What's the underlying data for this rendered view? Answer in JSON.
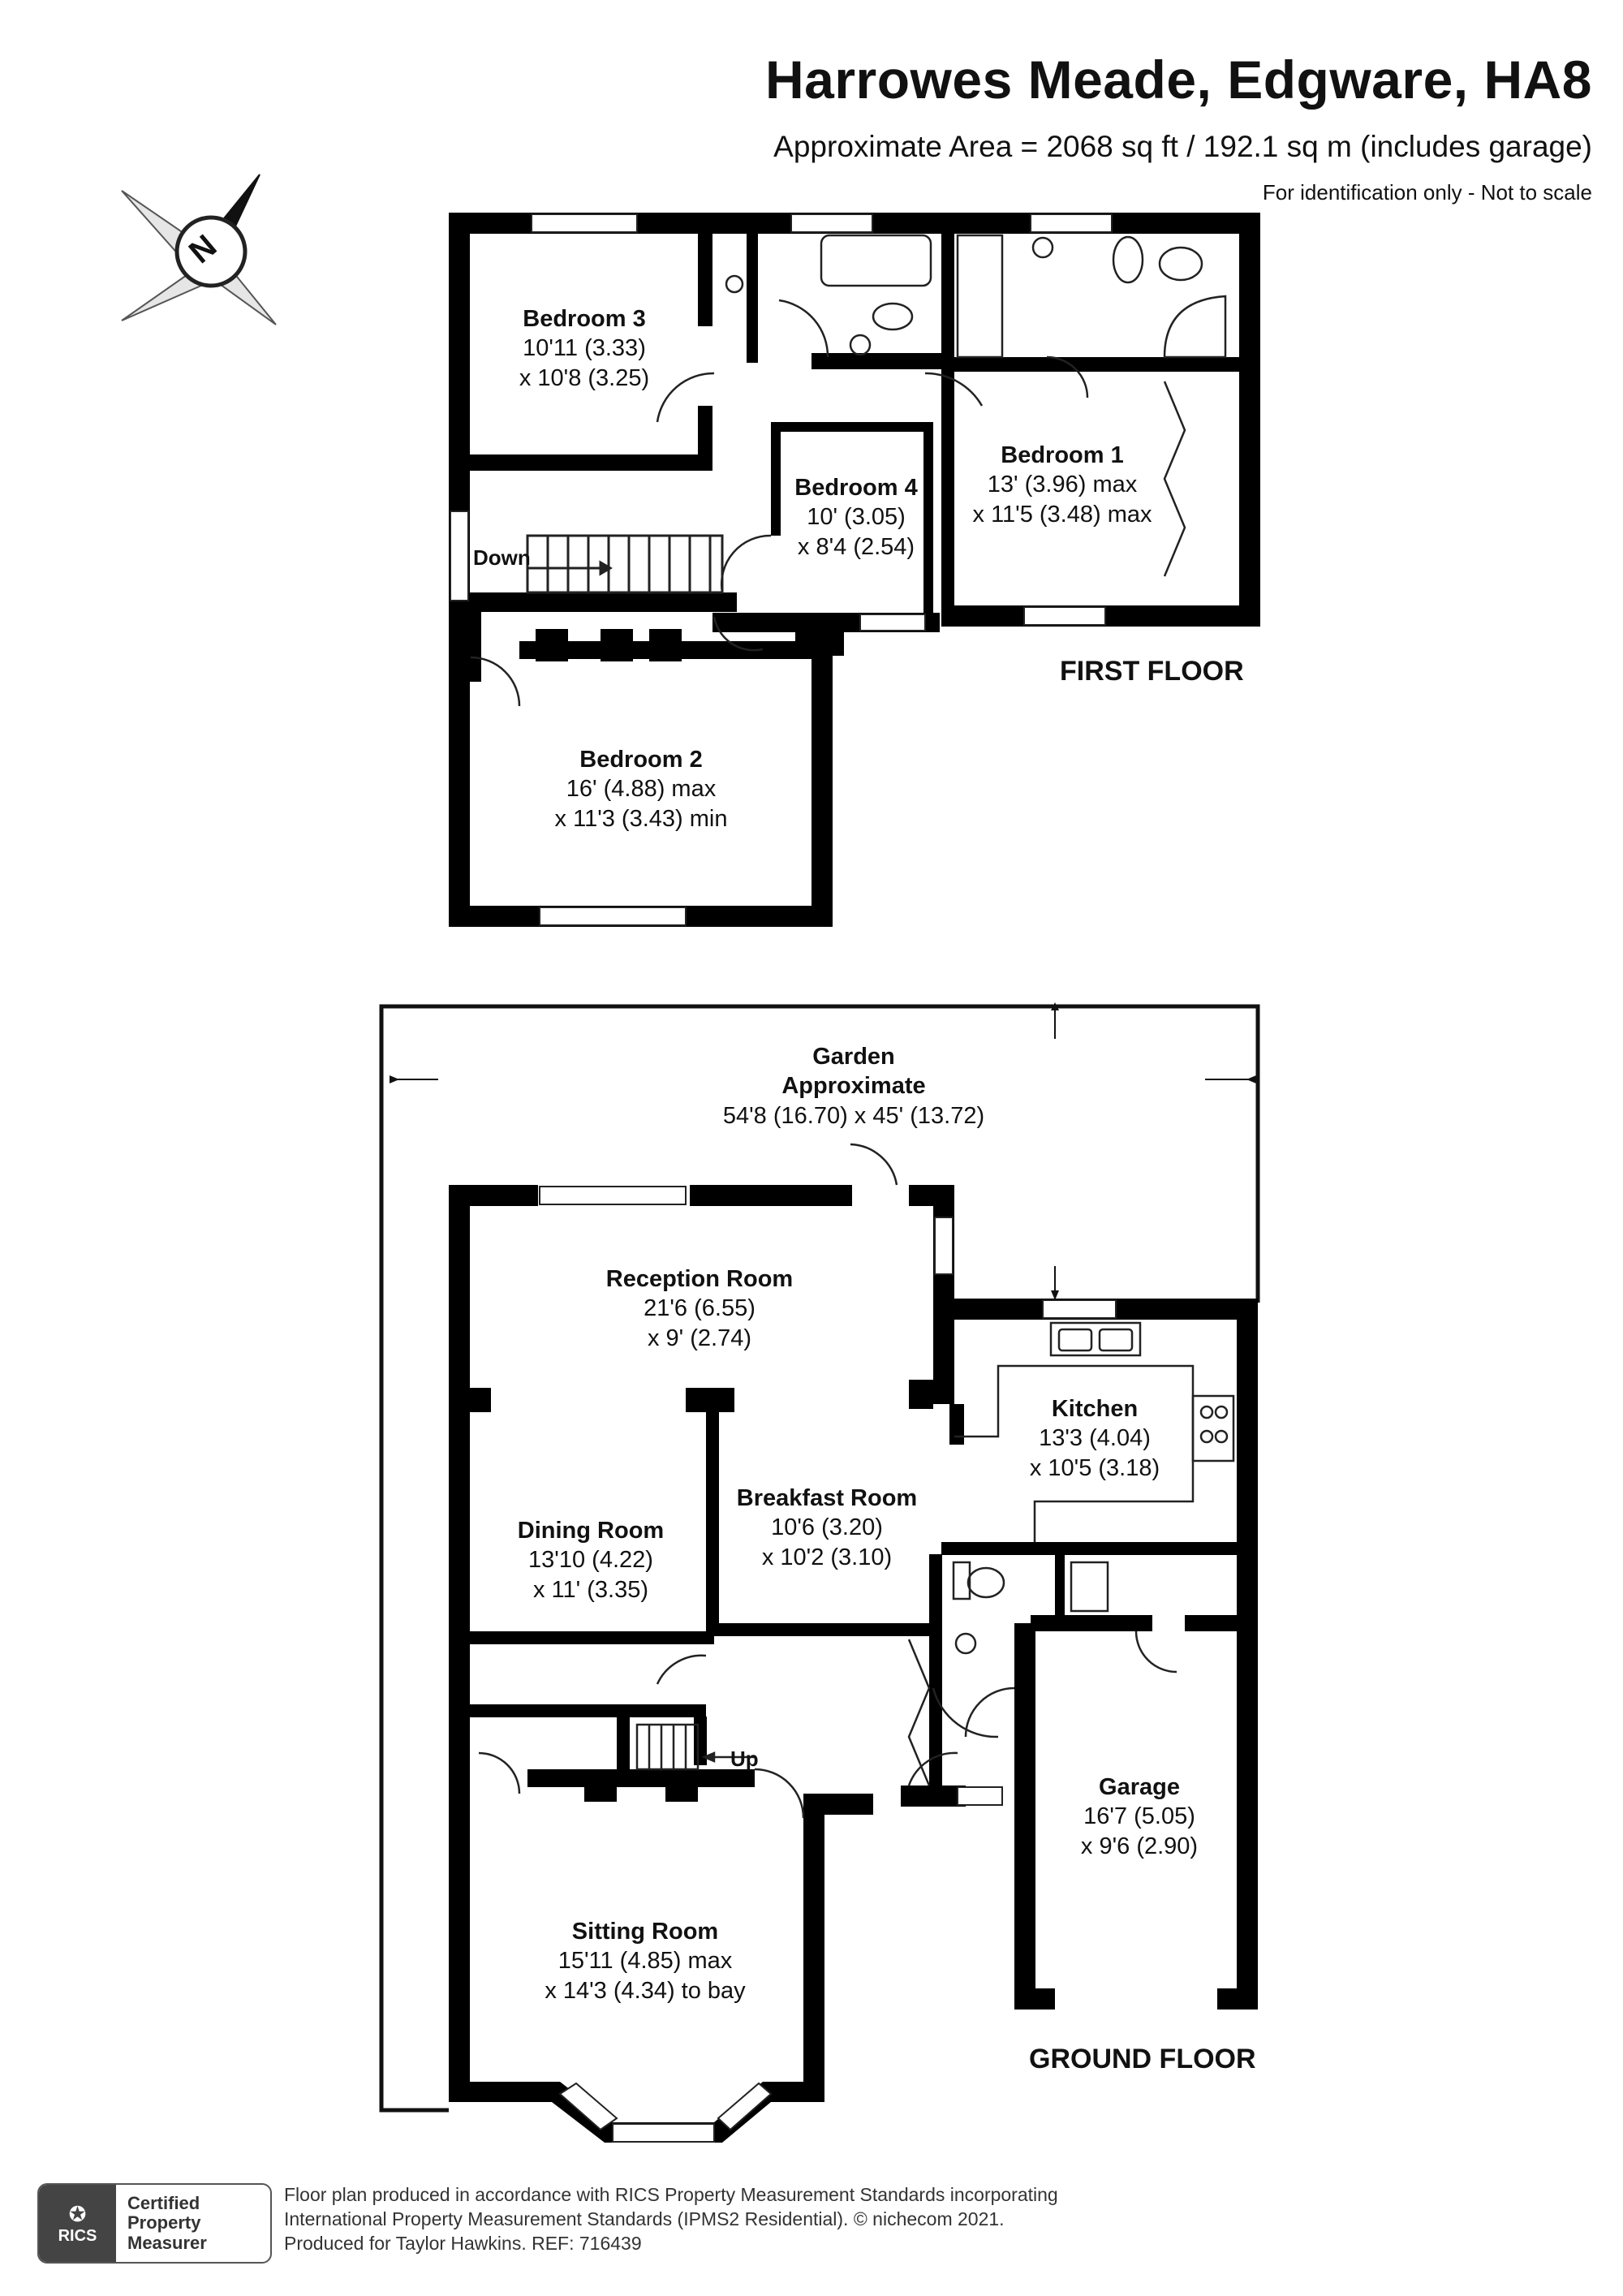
{
  "header": {
    "title": "Harrowes Meade, Edgware, HA8",
    "area": "Approximate Area = 2068 sq ft / 192.1 sq m (includes garage)",
    "note": "For identification only - Not to scale"
  },
  "compass": {
    "label": "N"
  },
  "first_floor": {
    "label": "FIRST FLOOR",
    "down_label": "Down",
    "rooms": [
      {
        "name": "Bedroom 3",
        "dim1": "10'11 (3.33)",
        "dim2": "x 10'8 (3.25)"
      },
      {
        "name": "Bedroom 1",
        "dim1": "13' (3.96) max",
        "dim2": "x 11'5 (3.48) max"
      },
      {
        "name": "Bedroom 4",
        "dim1": "10' (3.05)",
        "dim2": "x 8'4 (2.54)"
      },
      {
        "name": "Bedroom 2",
        "dim1": "16' (4.88) max",
        "dim2": "x 11'3 (3.43) min"
      }
    ]
  },
  "ground_floor": {
    "label": "GROUND FLOOR",
    "up_label": "Up",
    "garden": {
      "name": "Garden",
      "line2": "Approximate",
      "dims": "54'8 (16.70) x 45' (13.72)"
    },
    "rooms": [
      {
        "name": "Reception Room",
        "dim1": "21'6 (6.55)",
        "dim2": "x 9' (2.74)"
      },
      {
        "name": "Kitchen",
        "dim1": "13'3 (4.04)",
        "dim2": "x 10'5 (3.18)"
      },
      {
        "name": "Breakfast Room",
        "dim1": "10'6 (3.20)",
        "dim2": "x 10'2 (3.10)"
      },
      {
        "name": "Dining Room",
        "dim1": "13'10 (4.22)",
        "dim2": "x 11' (3.35)"
      },
      {
        "name": "Garage",
        "dim1": "16'7 (5.05)",
        "dim2": "x 9'6 (2.90)"
      },
      {
        "name": "Sitting Room",
        "dim1": "15'11 (4.85) max",
        "dim2": "x 14'3 (4.34) to bay"
      }
    ]
  },
  "badge": {
    "logo_text": "RICS",
    "line1": "Certified",
    "line2": "Property",
    "line3": "Measurer"
  },
  "footer": {
    "line1": "Floor plan produced in accordance with RICS Property Measurement Standards incorporating",
    "line2": "International Property Measurement Standards (IPMS2 Residential).   © nichecom 2021.",
    "line3": "Produced for Taylor Hawkins.    REF:  716439"
  }
}
